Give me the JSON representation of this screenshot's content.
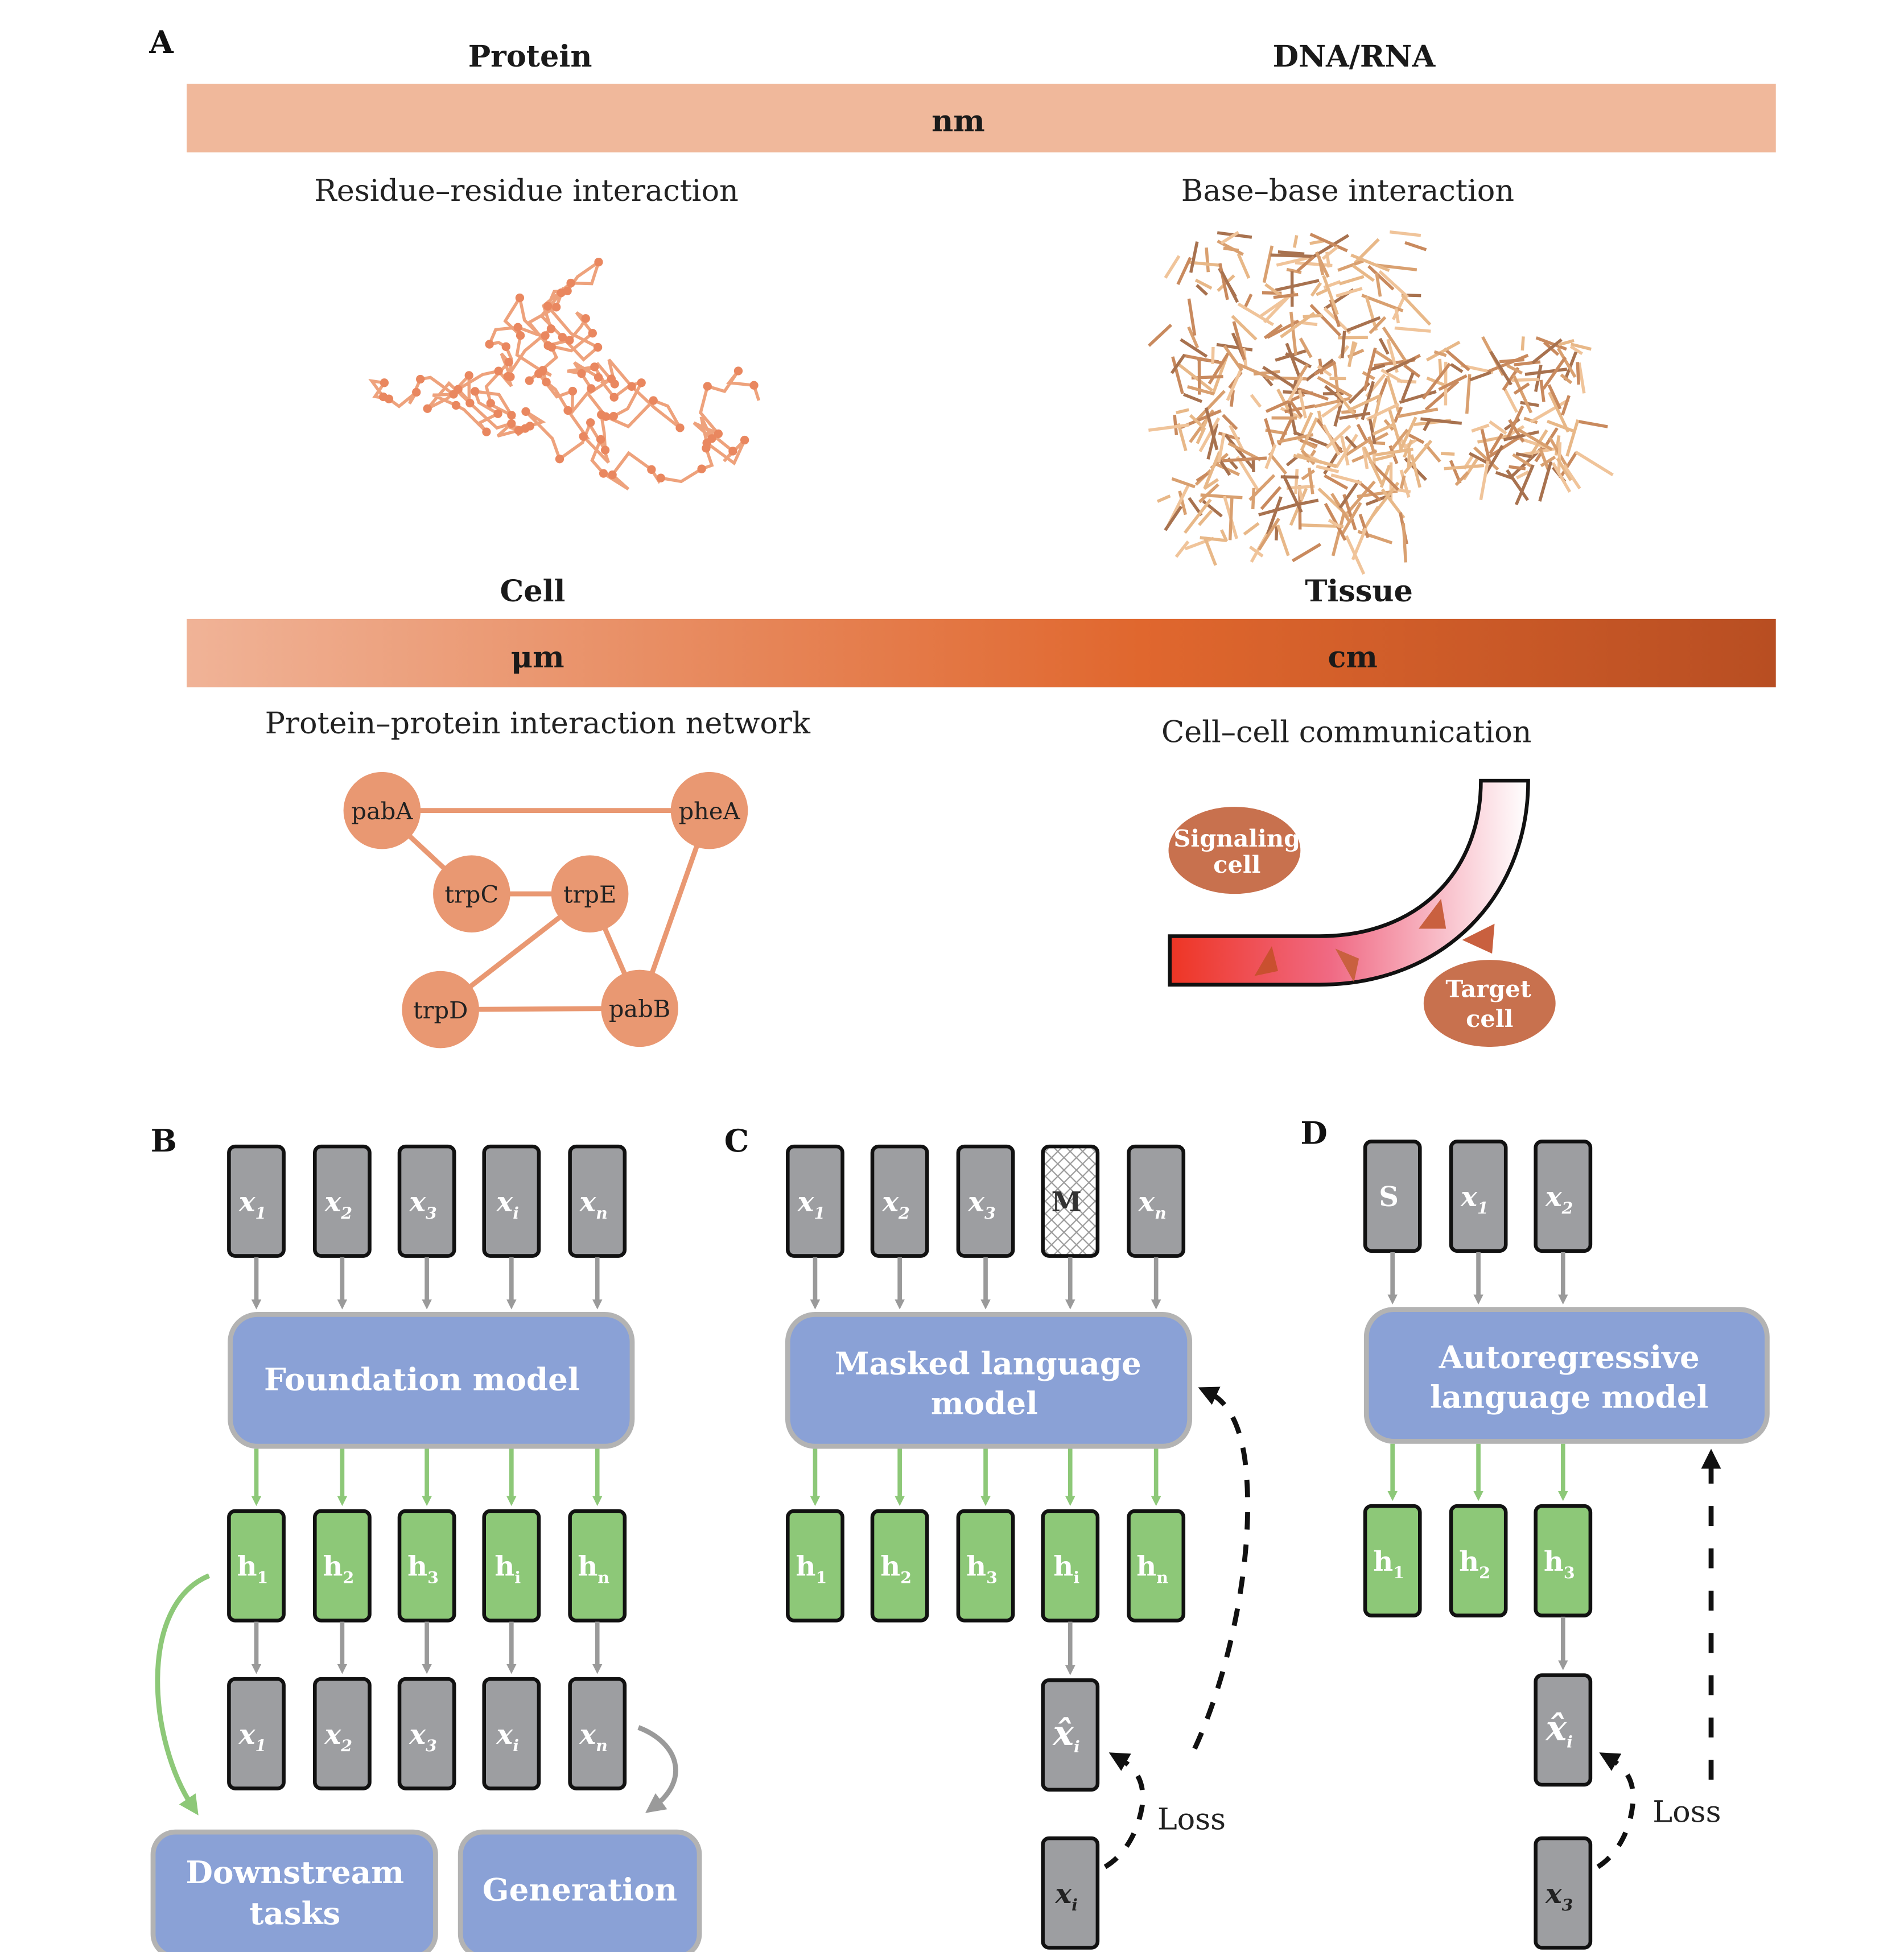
{
  "panel_a": {
    "label": "A",
    "scale_nm": {
      "left_title": "Protein",
      "right_title": "DNA/RNA",
      "unit": "nm",
      "color": "#f0b89b"
    },
    "left_caption": "Residue–residue interaction",
    "right_caption": "Base–base interaction",
    "scale_um_cm": {
      "left_title": "Cell",
      "right_title": "Tissue",
      "left_unit": "μm",
      "right_unit": "cm",
      "gradient": [
        "#f0b397",
        "#e0672e",
        "#b84e22"
      ]
    },
    "ppi_caption": "Protein–protein interaction network",
    "ccc_caption": "Cell–cell communication",
    "ppi_nodes": [
      "pabA",
      "pheA",
      "trpC",
      "trpE",
      "trpD",
      "pabB"
    ],
    "ppi_edges": [
      [
        "pabA",
        "pheA"
      ],
      [
        "pabA",
        "trpC"
      ],
      [
        "trpC",
        "trpE"
      ],
      [
        "trpE",
        "trpD"
      ],
      [
        "trpE",
        "pabB"
      ],
      [
        "pheA",
        "pabB"
      ],
      [
        "trpD",
        "pabB"
      ]
    ],
    "node_color": "#e99872",
    "signaling_cell": [
      "Signaling",
      "cell"
    ],
    "target_cell": [
      "Target",
      "cell"
    ],
    "cell_color": "#c8714e"
  },
  "panel_b": {
    "label": "B",
    "inputs": [
      [
        "x",
        "1"
      ],
      [
        "x",
        "2"
      ],
      [
        "x",
        "3"
      ],
      [
        "x",
        "i"
      ],
      [
        "x",
        "n"
      ]
    ],
    "model": "Foundation model",
    "hidden": [
      [
        "h",
        "1"
      ],
      [
        "h",
        "2"
      ],
      [
        "h",
        "3"
      ],
      [
        "h",
        "i"
      ],
      [
        "h",
        "n"
      ]
    ],
    "outputs": [
      [
        "x",
        "1"
      ],
      [
        "x",
        "2"
      ],
      [
        "x",
        "3"
      ],
      [
        "x",
        "i"
      ],
      [
        "x",
        "n"
      ]
    ],
    "downstream": [
      "Downstream",
      "tasks"
    ],
    "generation": "Generation"
  },
  "panel_c": {
    "label": "C",
    "inputs": [
      [
        "x",
        "1"
      ],
      [
        "x",
        "2"
      ],
      [
        "x",
        "3"
      ],
      [
        "M",
        ""
      ],
      [
        "x",
        "n"
      ]
    ],
    "model": [
      "Masked language",
      "model"
    ],
    "hidden": [
      [
        "h",
        "1"
      ],
      [
        "h",
        "2"
      ],
      [
        "h",
        "3"
      ],
      [
        "h",
        "i"
      ],
      [
        "h",
        "n"
      ]
    ],
    "prediction": [
      "x̂",
      "i"
    ],
    "target": [
      "x",
      "i"
    ],
    "loss": "Loss"
  },
  "panel_d": {
    "label": "D",
    "inputs": [
      [
        "S",
        ""
      ],
      [
        "x",
        "1"
      ],
      [
        "x",
        "2"
      ]
    ],
    "model": [
      "Autoregressive",
      "language model"
    ],
    "hidden": [
      [
        "h",
        "1"
      ],
      [
        "h",
        "2"
      ],
      [
        "h",
        "3"
      ]
    ],
    "prediction": [
      "x̂",
      "i"
    ],
    "target": [
      "x",
      "3"
    ],
    "loss": "Loss"
  },
  "colors": {
    "model_fill": "#8aa1d6",
    "model_stroke": "#b3b3b3",
    "token_gray": "#9d9ea1",
    "hidden_green": "#8dc878",
    "arrow_gray": "#9a9a9a",
    "arrow_green": "#8dc878"
  }
}
